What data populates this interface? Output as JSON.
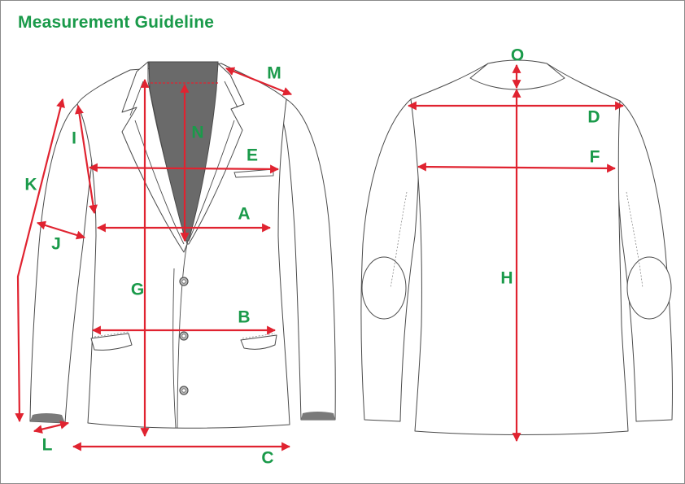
{
  "title": "Measurement Guideline",
  "colors": {
    "label": "#1a9a4a",
    "arrow": "#e02330",
    "outline": "#4a4a4a",
    "collar": "#6a6a6a",
    "cuff": "#7a7a7a"
  },
  "labels": {
    "A": "A",
    "B": "B",
    "C": "C",
    "D": "D",
    "E": "E",
    "F": "F",
    "G": "G",
    "H": "H",
    "I": "I",
    "J": "J",
    "K": "K",
    "L": "L",
    "M": "M",
    "N": "N",
    "O": "O"
  }
}
